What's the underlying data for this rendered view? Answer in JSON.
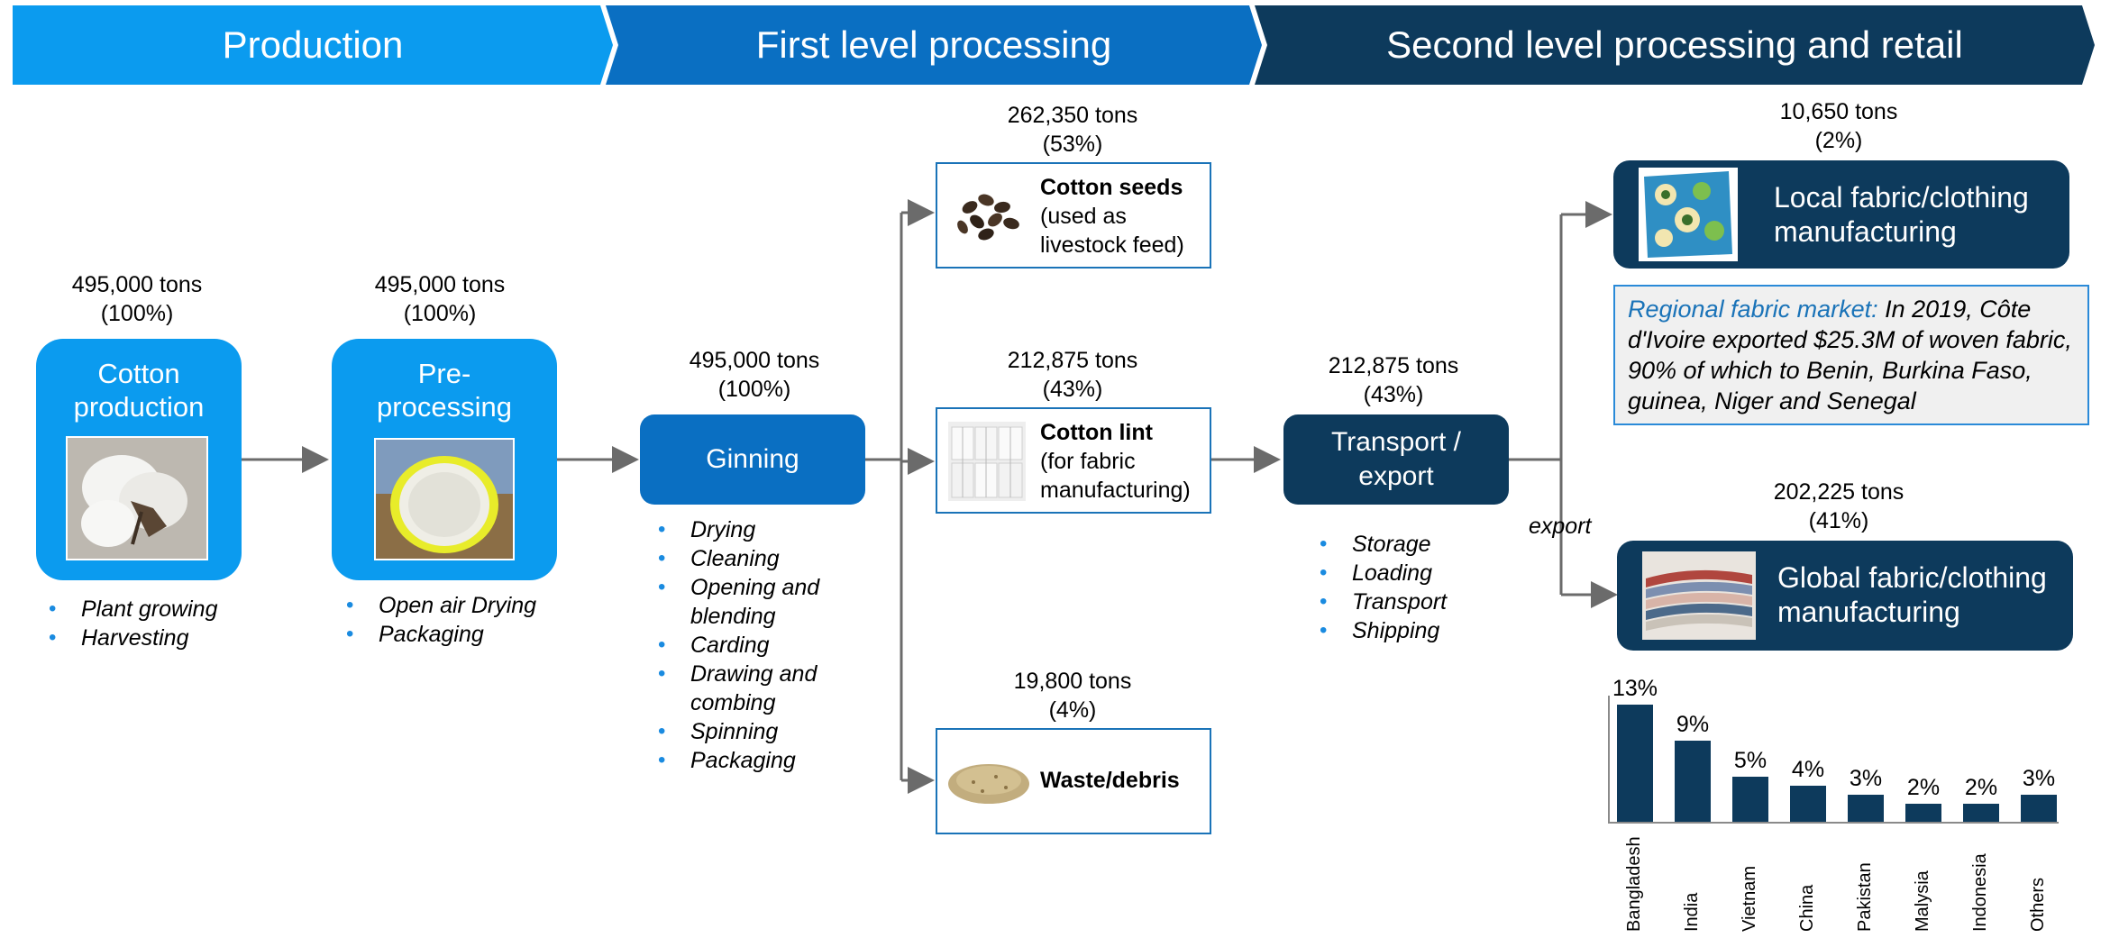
{
  "colors": {
    "stage_production": "#0b9bef",
    "stage_first": "#0a6fc2",
    "stage_second": "#0d3a5c",
    "light_box": "#0b9bef",
    "mid_box": "#0a6fc2",
    "dark_box": "#0d3a5c",
    "arrow": "#6b6b6b",
    "bullet": "#1a8be0"
  },
  "stages": {
    "production": "Production",
    "first": "First level processing",
    "second": "Second level processing and retail"
  },
  "production": {
    "cotton": {
      "qty": "495,000 tons",
      "pct": "(100%)",
      "label_line1": "Cotton",
      "label_line2": "production",
      "icon": "cotton-boll-photo",
      "bullets": [
        "Plant growing",
        "Harvesting"
      ]
    },
    "preprocessing": {
      "qty": "495,000 tons",
      "pct": "(100%)",
      "label_line1": "Pre-",
      "label_line2": "processing",
      "icon": "cotton-bale-photo",
      "bullets": [
        "Open air Drying",
        "Packaging"
      ]
    }
  },
  "ginning": {
    "qty": "495,000 tons",
    "pct": "(100%)",
    "label": "Ginning",
    "bullets": [
      "Drying",
      "Cleaning",
      "Opening and",
      "blending",
      "Carding",
      "Drawing and",
      "combing",
      "Spinning",
      "Packaging"
    ],
    "bullet_flags": [
      true,
      true,
      true,
      false,
      true,
      true,
      false,
      true,
      true
    ]
  },
  "outputs": {
    "seeds": {
      "qty": "262,350 tons",
      "pct": "(53%)",
      "title": "Cotton seeds",
      "line2": "(used as",
      "line3": "livestock feed)",
      "icon": "cotton-seeds-photo"
    },
    "lint": {
      "qty": "212,875 tons",
      "pct": "(43%)",
      "title": "Cotton lint",
      "line2": "(for fabric",
      "line3": "manufacturing)",
      "icon": "cotton-lint-photo"
    },
    "waste": {
      "qty": "19,800 tons",
      "pct": "(4%)",
      "title": "Waste/debris",
      "icon": "waste-debris-photo"
    }
  },
  "transport": {
    "qty": "212,875 tons",
    "pct": "(43%)",
    "label_line1": "Transport /",
    "label_line2": "export",
    "bullets": [
      "Storage",
      "Loading",
      "Transport",
      "Shipping"
    ],
    "export_label": "export"
  },
  "retail": {
    "local": {
      "qty": "10,650 tons",
      "pct": "(2%)",
      "label_line1": "Local fabric/clothing",
      "label_line2": "manufacturing",
      "icon": "fabric-print-photo"
    },
    "global": {
      "qty": "202,225 tons",
      "pct": "(41%)",
      "label_line1": "Global fabric/clothing",
      "label_line2": "manufacturing",
      "icon": "folded-fabrics-photo"
    },
    "note": {
      "highlight": "Regional fabric market:",
      "text": " In 2019, Côte d'Ivoire exported $25.3M of woven fabric, 90% of which to Benin, Burkina Faso, guinea, Niger and Senegal"
    }
  },
  "chart_data": {
    "type": "bar",
    "categories": [
      "Bangladesh",
      "India",
      "Vietnam",
      "China",
      "Pakistan",
      "Malysia",
      "Indonesia",
      "Others"
    ],
    "values": [
      13,
      9,
      5,
      4,
      3,
      2,
      2,
      3
    ],
    "value_labels": [
      "13%",
      "9%",
      "5%",
      "4%",
      "3%",
      "2%",
      "2%",
      "3%"
    ],
    "ylim": [
      0,
      13
    ],
    "color": "#0d3a5c",
    "grid": false
  }
}
